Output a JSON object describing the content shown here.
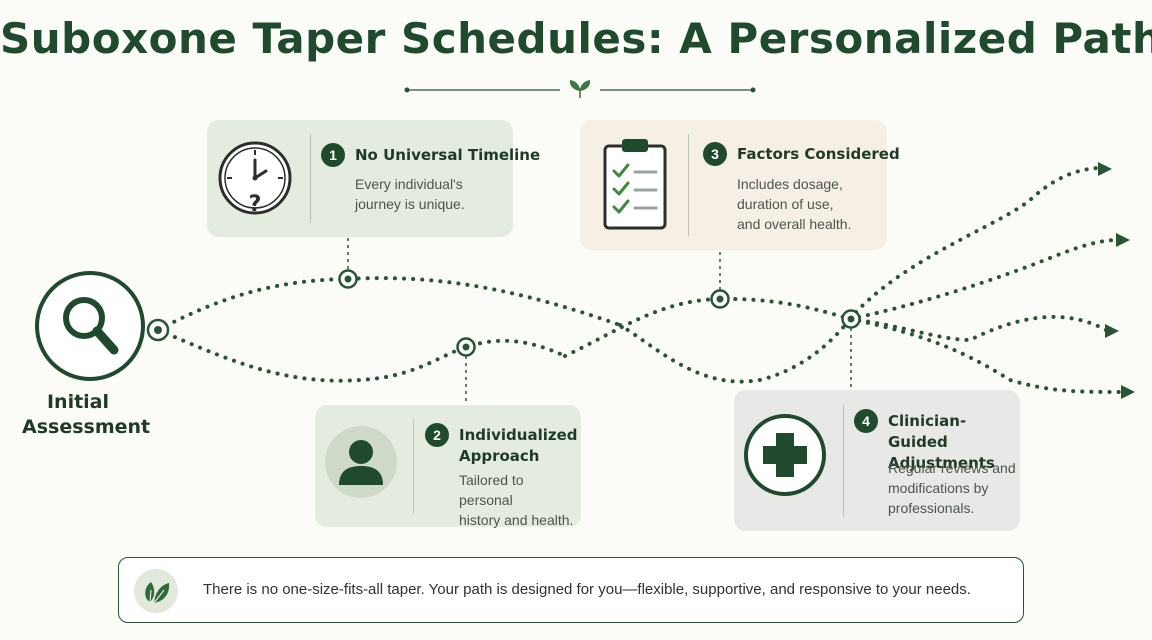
{
  "title": "Suboxone Taper Schedules: A Personalized Path",
  "start": {
    "label_line1": "Initial",
    "label_line2": "Assessment",
    "icon": "magnifier-icon"
  },
  "steps": [
    {
      "number": "1",
      "title": "No Universal Timeline",
      "desc_line1": "Every individual's",
      "desc_line2": "journey is unique.",
      "icon": "clock-question-icon"
    },
    {
      "number": "2",
      "title_line1": "Individualized",
      "title_line2": "Approach",
      "desc_line1": "Tailored to personal",
      "desc_line2": "history and health.",
      "icon": "person-icon"
    },
    {
      "number": "3",
      "title": "Factors Considered",
      "desc_line1": "Includes dosage,",
      "desc_line2": "duration of use,",
      "desc_line3": "and overall health.",
      "icon": "clipboard-checklist-icon"
    },
    {
      "number": "4",
      "title_line1": "Clinician-Guided",
      "title_line2": "Adjustments",
      "desc_line1": "Regular reviews and",
      "desc_line2": "modifications by",
      "desc_line3": "professionals.",
      "icon": "medical-cross-icon"
    }
  ],
  "banner": {
    "text": "There is no one-size-fits-all taper. Your path is designed for you—flexible, supportive, and responsive to your needs.",
    "icon": "leaf-icon"
  },
  "colors": {
    "primary": "#1f4a2d",
    "path_dots": "#2a5436",
    "card_green": "#e4ece0",
    "card_beige": "#f6efe6",
    "card_gray": "#e8e9e6",
    "check_green": "#3f8a3c"
  }
}
